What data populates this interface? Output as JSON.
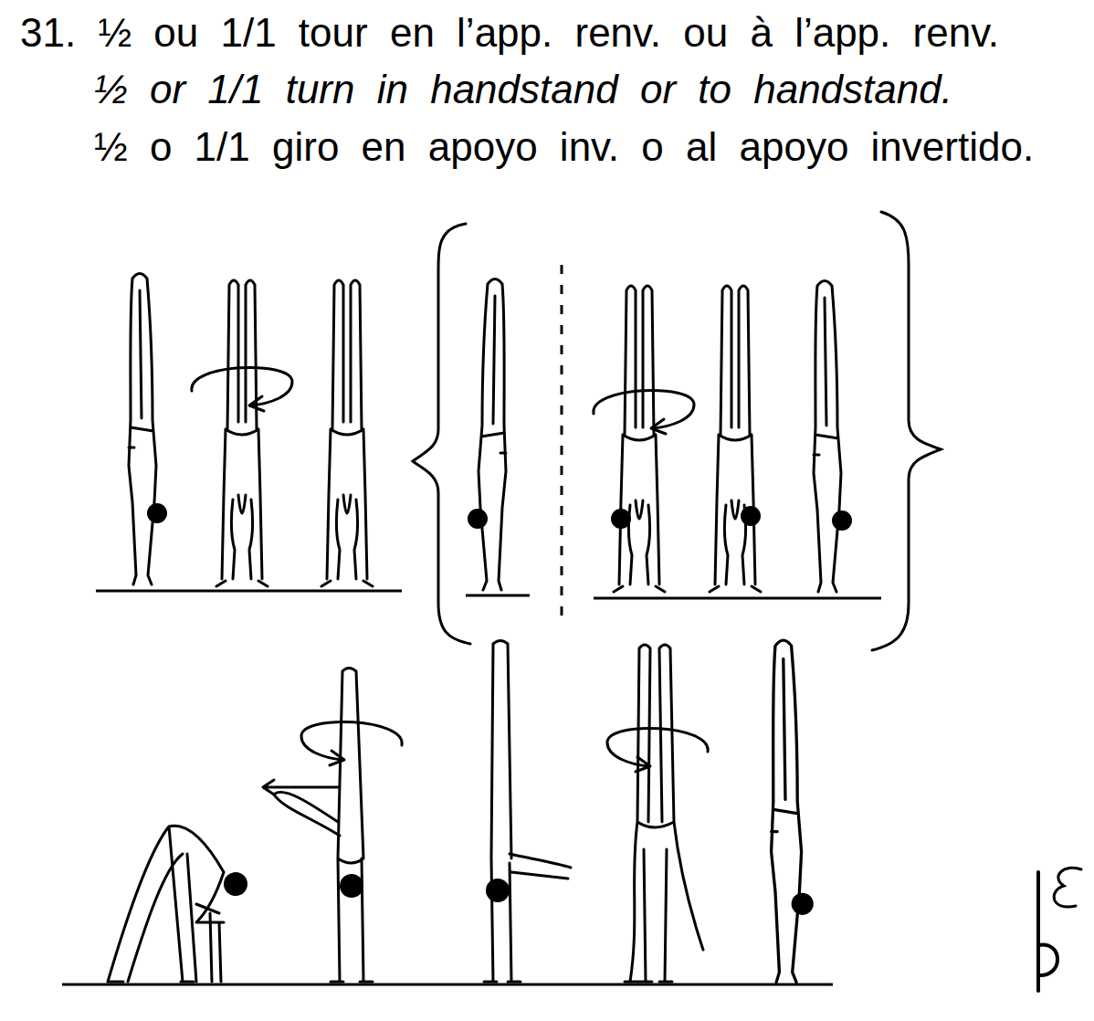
{
  "diagram": {
    "title": "31. ½ ou 1/1 tour en l’app. renv. ou à l’app. renv.",
    "labels": [
      "½ or 1/1 turn in handstand or to handstand.",
      "½ o 1/1 giro en apoyo inv. o al apoyo invertido."
    ]
  }
}
